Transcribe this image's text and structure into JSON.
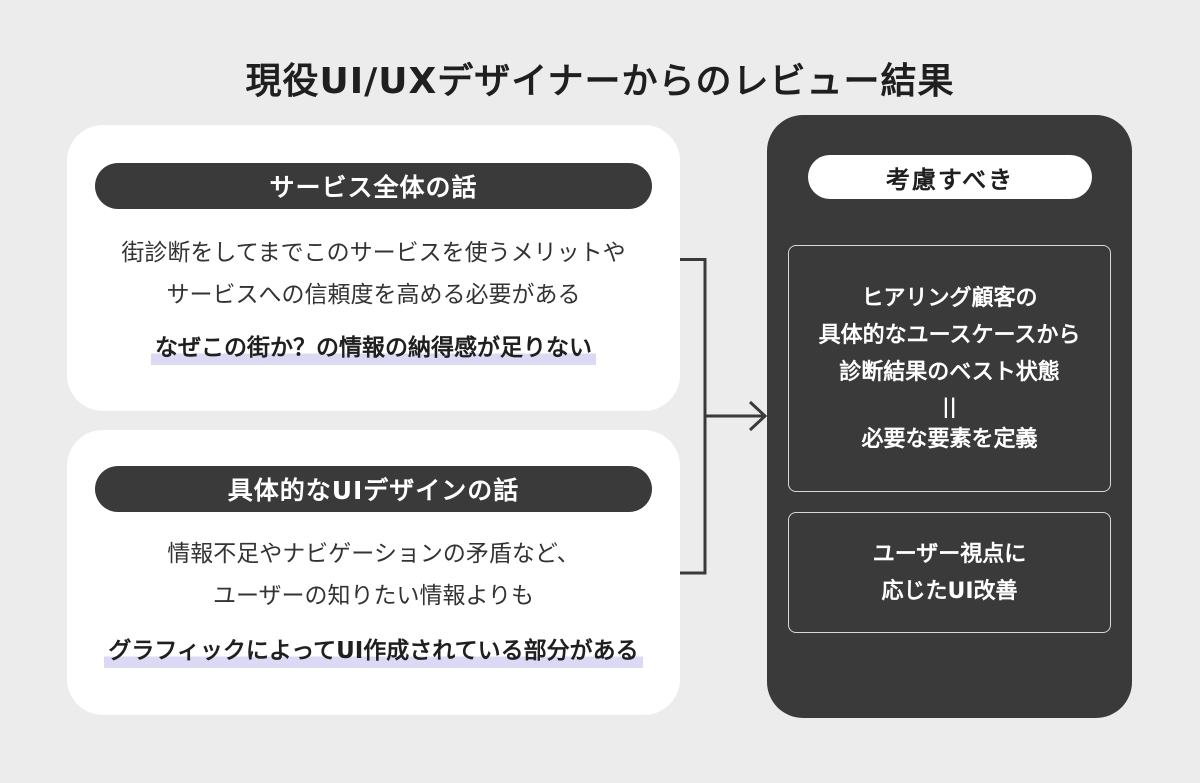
{
  "title": "現役UI/UXデザイナーからのレビュー結果",
  "cards": [
    {
      "header": "サービス全体の話",
      "lines": [
        "街診断をしてまでこのサービスを使うメリットや",
        "サービスへの信頼度を高める必要がある"
      ],
      "emphasis": "なぜこの街か？の情報の納得感が足りない"
    },
    {
      "header": "具体的なUIデザインの話",
      "lines": [
        "情報不足やナビゲーションの矛盾など、",
        "ユーザーの知りたい情報よりも"
      ],
      "emphasis": "グラフィックによってUI作成されている部分がある"
    }
  ],
  "consideration": {
    "header": "考慮すべき",
    "box1": {
      "lines": [
        "ヒアリング顧客の",
        "具体的なユースケースから",
        "診断結果のベスト状態"
      ],
      "equals": "||",
      "conclusion": "必要な要素を定義"
    },
    "box2": {
      "lines": [
        "ユーザー視点に",
        "応じたUI改善"
      ]
    }
  },
  "colors": {
    "background": "#ececec",
    "dark": "#3a3a3a",
    "highlight": "#dcd9f4"
  }
}
